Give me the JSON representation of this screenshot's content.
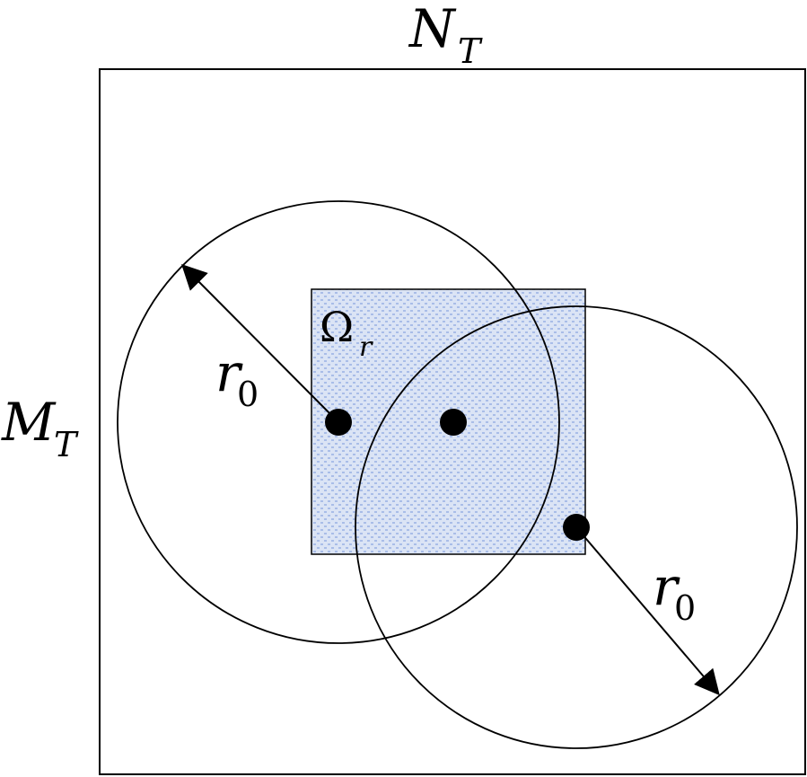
{
  "labels": {
    "top_main": "N",
    "top_sub": "T",
    "left_main": "M",
    "left_sub": "T",
    "region_main": "Ω",
    "region_sub": "r",
    "radius1_main": "r",
    "radius1_sub": "0",
    "radius2_main": "r",
    "radius2_sub": "0"
  },
  "colors": {
    "region_fill": "#dbe4f5",
    "region_dots": "#a9bde8",
    "stroke": "#000000",
    "background": "#ffffff"
  }
}
